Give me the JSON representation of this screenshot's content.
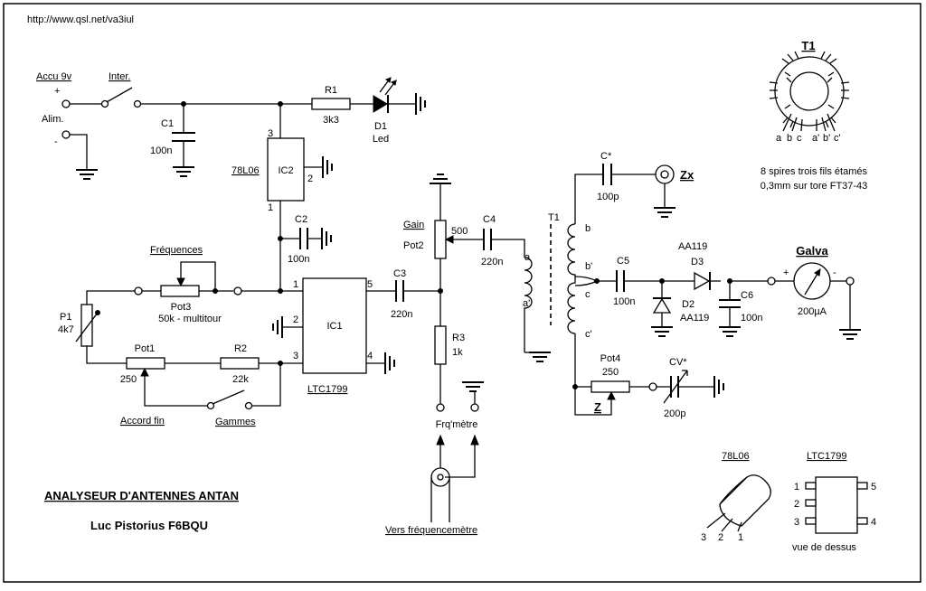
{
  "header": {
    "url": "http://www.qsl.net/va3iul"
  },
  "title": {
    "main": "ANALYSEUR D'ANTENNES  ANTAN",
    "author": "Luc Pistorius F6BQU"
  },
  "power": {
    "accu": "Accu 9v",
    "plus": "+",
    "alim": "Alim.",
    "minus": "-",
    "switch": "Inter."
  },
  "components": {
    "c1": {
      "name": "C1",
      "value": "100n"
    },
    "r1": {
      "name": "R1",
      "value": "3k3"
    },
    "d1": {
      "name": "D1",
      "value": "Led"
    },
    "ic2": {
      "name": "IC2",
      "part": "78L06",
      "pin1": "1",
      "pin2": "2",
      "pin3": "3"
    },
    "c2": {
      "name": "C2",
      "value": "100n"
    },
    "pot3": {
      "label": "Fréquences",
      "name": "Pot3",
      "value": "50k - multitour"
    },
    "p1": {
      "name": "P1",
      "value": "4k7"
    },
    "pot1": {
      "name": "Pot1",
      "value": "250",
      "label": "Accord fin"
    },
    "r2": {
      "name": "R2",
      "value": "22k"
    },
    "gammes": {
      "label": "Gammes"
    },
    "ic1": {
      "name": "IC1",
      "part": "LTC1799",
      "pin1": "1",
      "pin2": "2",
      "pin3": "3",
      "pin4": "4",
      "pin5": "5"
    },
    "c3": {
      "name": "C3",
      "value": "220n"
    },
    "pot2": {
      "label": "Gain",
      "name": "Pot2",
      "value": "500"
    },
    "r3": {
      "name": "R3",
      "value": "1k"
    },
    "frq": {
      "label": "Frq'mètre",
      "vers": "Vers fréquencemètre"
    },
    "c4": {
      "name": "C4",
      "value": "220n"
    },
    "t1": {
      "name": "T1",
      "a": "a",
      "a2": "a'",
      "b": "b",
      "b2": "b'",
      "c": "c",
      "c2": "c'"
    },
    "cstar": {
      "name": "C*",
      "value": "100p"
    },
    "zx": {
      "label": "Zx"
    },
    "c5": {
      "name": "C5",
      "value": "100n"
    },
    "d3": {
      "name": "D3",
      "value": "AA119"
    },
    "d2": {
      "name": "D2",
      "value": "AA119"
    },
    "c6": {
      "name": "C6",
      "value": "100n"
    },
    "galva": {
      "label": "Galva",
      "plus": "+",
      "minus": "-",
      "value": "200µA"
    },
    "pot4": {
      "name": "Pot4",
      "value": "250",
      "label": "Z"
    },
    "cv": {
      "name": "CV*",
      "value": "200p"
    }
  },
  "toroid": {
    "title": "T1",
    "letters": [
      "a",
      "b",
      "c",
      "a'",
      "b'",
      "c'"
    ],
    "note1": "8 spires trois fils étamés",
    "note2": "0,3mm sur tore FT37-43"
  },
  "pinout": {
    "to92_title": "78L06",
    "to92_pins": [
      "3",
      "2",
      "1"
    ],
    "sot_title": "LTC1799",
    "sot_left": [
      "1",
      "2",
      "3"
    ],
    "sot_right": [
      "5",
      "4"
    ],
    "sot_note": "vue de dessus"
  }
}
